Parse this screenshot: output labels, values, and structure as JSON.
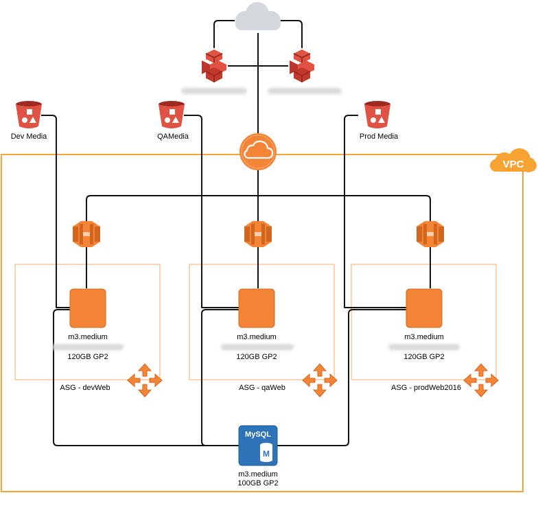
{
  "vpc": {
    "label": "VPC"
  },
  "buckets": [
    {
      "name": "Dev Media"
    },
    {
      "name": "QAMedia"
    },
    {
      "name": "Prod Media"
    }
  ],
  "asgs": [
    {
      "instance_type": "m3.medium",
      "storage": "120GB GP2",
      "label": "ASG - devWeb"
    },
    {
      "instance_type": "m3.medium",
      "storage": "120GB GP2",
      "label": "ASG - qaWeb"
    },
    {
      "instance_type": "m3.medium",
      "storage": "120GB GP2",
      "label": "ASG - prodWeb2016"
    }
  ],
  "database": {
    "engine": "MySQL",
    "badge": "M",
    "instance_type": "m3.medium",
    "storage": "100GB GP2"
  },
  "colors": {
    "orange": "#f58536",
    "orange_dark": "#d3661f",
    "vpc_border": "#f7a333",
    "s3_red": "#e05243",
    "s3_dark": "#9d2a20",
    "cloud_gray": "#d5d8dc",
    "db_blue": "#2e73b8",
    "line": "#111111"
  }
}
